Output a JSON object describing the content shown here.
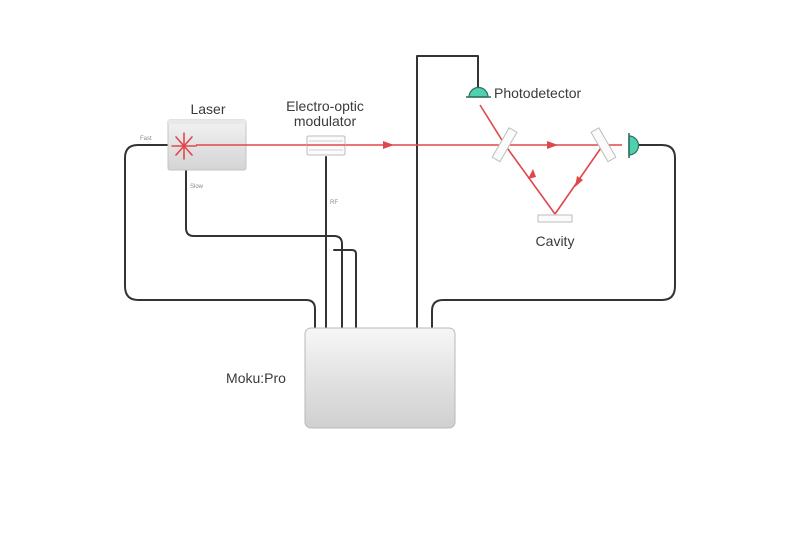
{
  "labels": {
    "laser": "Laser",
    "eom_line1": "Electro-optic",
    "eom_line2": "modulator",
    "photodetector": "Photodetector",
    "cavity": "Cavity",
    "moku": "Moku:Pro",
    "laser_fast": "Fast",
    "laser_slow": "Slow",
    "eom_rf": "RF"
  },
  "colors": {
    "beam": "#e0474c",
    "cable": "#333333",
    "detector": "#4fd1b0",
    "label": "#3a3a3a"
  },
  "icons": {
    "laser_star": "laser-star-icon",
    "detector": "photodetector-icon",
    "arrow": "beam-arrow-icon"
  }
}
